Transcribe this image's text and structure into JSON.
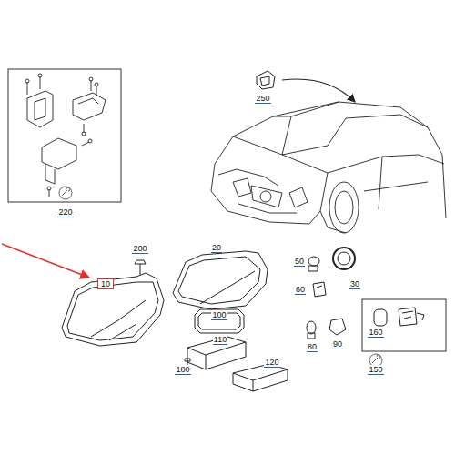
{
  "diagram": {
    "labels": [
      "250",
      "220",
      "200",
      "20",
      "50",
      "30",
      "10",
      "60",
      "100",
      "160",
      "110",
      "80",
      "90",
      "150",
      "180",
      "120"
    ]
  }
}
